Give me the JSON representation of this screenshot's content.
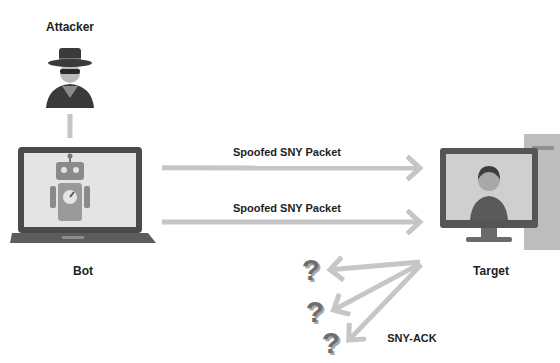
{
  "diagram": {
    "nodes": [
      {
        "text": [
          "Attacker"
        ]
      },
      {
        "text": [
          "Bot"
        ]
      },
      {
        "text": [
          "Target"
        ]
      },
      {
        "text": [
          "?"
        ]
      },
      {
        "text": [
          "?"
        ]
      },
      {
        "text": [
          "?"
        ]
      }
    ],
    "edges": [
      {
        "from": 0,
        "to": 1,
        "arrow": "none"
      },
      {
        "from": 1,
        "to": 2,
        "arrow": "to",
        "label": "Spoofed SNY Packet"
      },
      {
        "from": 1,
        "to": 2,
        "arrow": "to",
        "label": "Spoofed SNY Packet"
      },
      {
        "from": 2,
        "to": 3,
        "arrow": "to"
      },
      {
        "from": 2,
        "to": 4,
        "arrow": "to"
      },
      {
        "from": 2,
        "to": 5,
        "arrow": "to",
        "label": "SNY-ACK"
      }
    ]
  }
}
